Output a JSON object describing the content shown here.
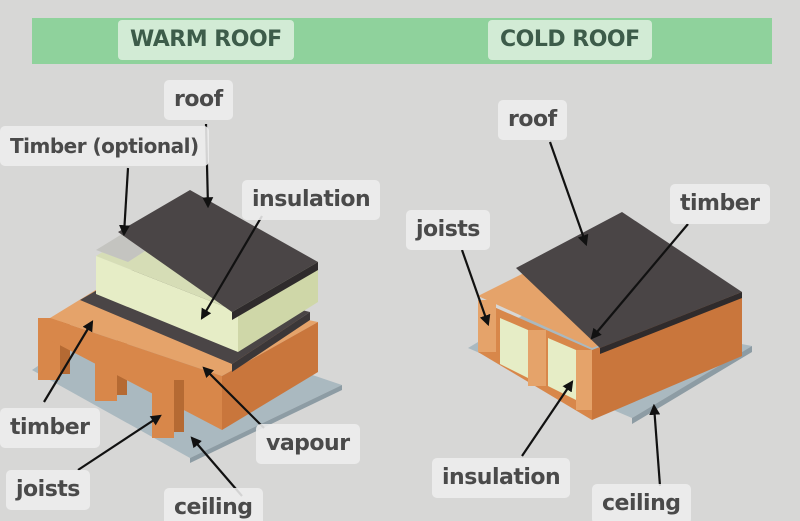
{
  "warm_roof": {
    "title": "WARM ROOF",
    "labels": {
      "roof": "roof",
      "timber_optional": "Timber (optional)",
      "insulation": "insulation",
      "timber": "timber",
      "joists": "joists",
      "vapour": "vapour",
      "ceiling": "ceiling"
    }
  },
  "cold_roof": {
    "title": "COLD ROOF",
    "labels": {
      "roof": "roof",
      "joists": "joists",
      "timber": "timber",
      "insulation": "insulation",
      "ceiling": "ceiling"
    }
  },
  "colors": {
    "banner": "#8fd29c",
    "roof_membrane": "#4a4546",
    "insulation": "#e6edc6",
    "timber": "#d8874a",
    "ceiling": "#aabcc4",
    "background": "#d7d7d6"
  }
}
